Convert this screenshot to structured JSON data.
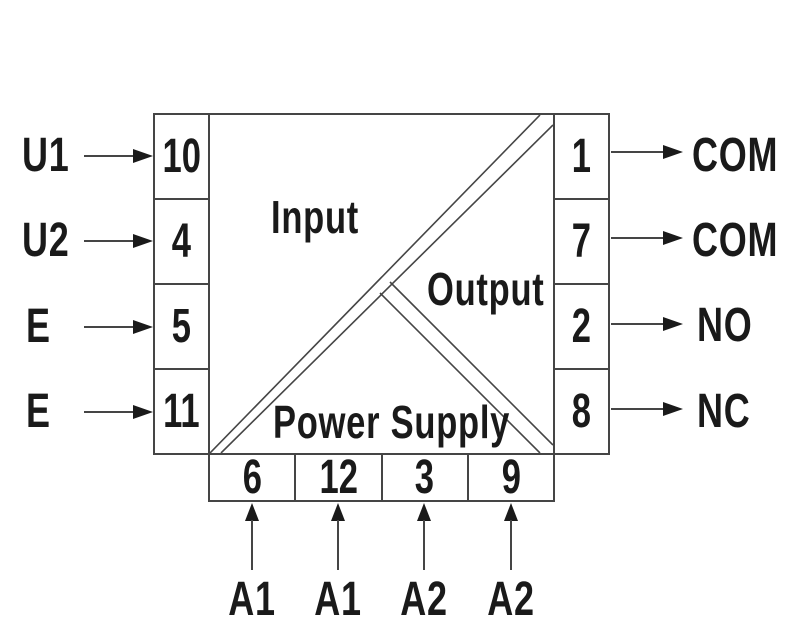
{
  "colors": {
    "background": "#ffffff",
    "line": "#454545",
    "text": "#1a1a1a"
  },
  "regions": {
    "input_label": "Input",
    "output_label": "Output",
    "power_label": "Power Supply"
  },
  "left_terminals": [
    {
      "pin": "10",
      "signal": "U1"
    },
    {
      "pin": "4",
      "signal": "U2"
    },
    {
      "pin": "5",
      "signal": "E"
    },
    {
      "pin": "11",
      "signal": "E"
    }
  ],
  "right_terminals": [
    {
      "pin": "1",
      "signal": "COM"
    },
    {
      "pin": "7",
      "signal": "COM"
    },
    {
      "pin": "2",
      "signal": "NO"
    },
    {
      "pin": "8",
      "signal": "NC"
    }
  ],
  "bottom_terminals": [
    {
      "pin": "6",
      "signal": "A1"
    },
    {
      "pin": "12",
      "signal": "A1"
    },
    {
      "pin": "3",
      "signal": "A2"
    },
    {
      "pin": "9",
      "signal": "A2"
    }
  ]
}
